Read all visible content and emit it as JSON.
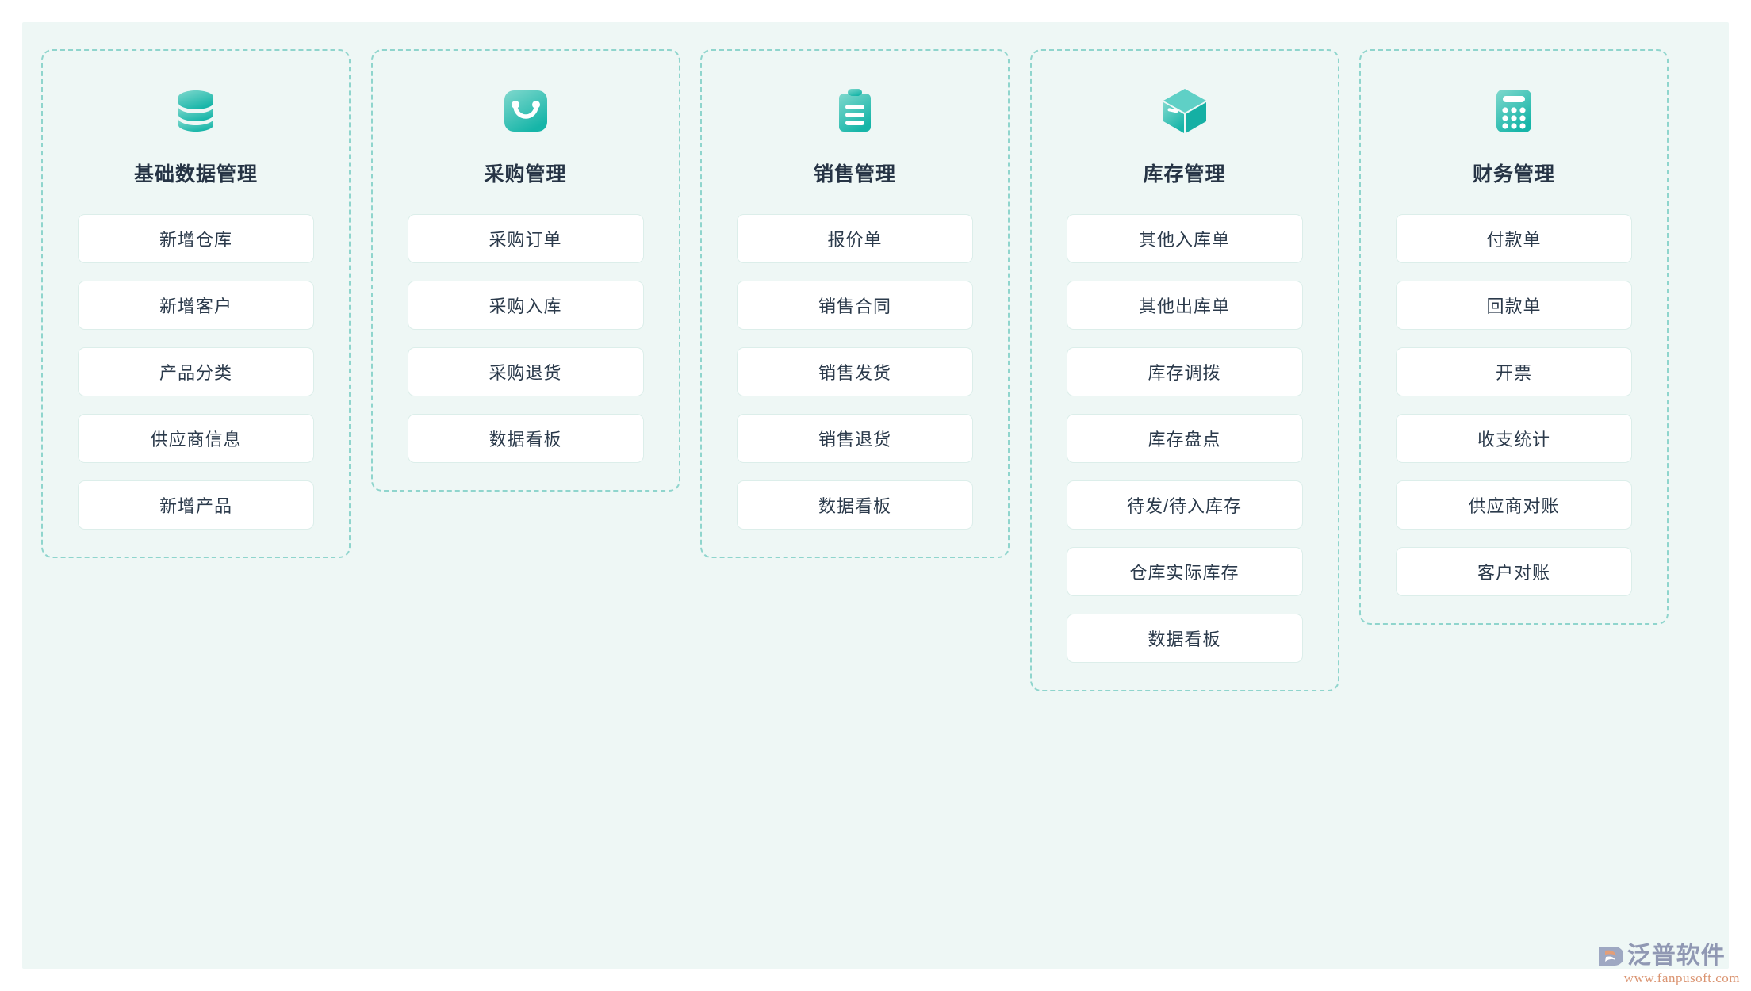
{
  "page": {
    "background_outer": "#ffffff",
    "background_board": "#eef7f5",
    "accent": "#3cc3b4",
    "dashed_border": "#8fd5cd",
    "title_color": "#263445",
    "item_text_color": "#2b3a4b",
    "item_border": "#dceeea"
  },
  "columns": [
    {
      "title": "基础数据管理",
      "icon": "database-icon",
      "items": [
        {
          "label": "新增仓库"
        },
        {
          "label": "新增客户"
        },
        {
          "label": "产品分类"
        },
        {
          "label": "供应商信息"
        },
        {
          "label": "新增产品"
        }
      ]
    },
    {
      "title": "采购管理",
      "icon": "shopping-bag-icon",
      "items": [
        {
          "label": "采购订单"
        },
        {
          "label": "采购入库"
        },
        {
          "label": "采购退货"
        },
        {
          "label": "数据看板"
        }
      ]
    },
    {
      "title": "销售管理",
      "icon": "clipboard-icon",
      "items": [
        {
          "label": "报价单"
        },
        {
          "label": "销售合同"
        },
        {
          "label": "销售发货"
        },
        {
          "label": "销售退货"
        },
        {
          "label": "数据看板"
        }
      ]
    },
    {
      "title": "库存管理",
      "icon": "box-3d-icon",
      "items": [
        {
          "label": "其他入库单"
        },
        {
          "label": "其他出库单"
        },
        {
          "label": "库存调拨"
        },
        {
          "label": "库存盘点"
        },
        {
          "label": "待发/待入库存"
        },
        {
          "label": "仓库实际库存"
        },
        {
          "label": "数据看板"
        }
      ]
    },
    {
      "title": "财务管理",
      "icon": "calculator-icon",
      "items": [
        {
          "label": "付款单"
        },
        {
          "label": "回款单"
        },
        {
          "label": "开票"
        },
        {
          "label": "收支统计"
        },
        {
          "label": "供应商对账"
        },
        {
          "label": "客户对账"
        }
      ]
    }
  ],
  "watermark": {
    "brand": "泛普软件",
    "url": "www.fanpusoft.com"
  }
}
